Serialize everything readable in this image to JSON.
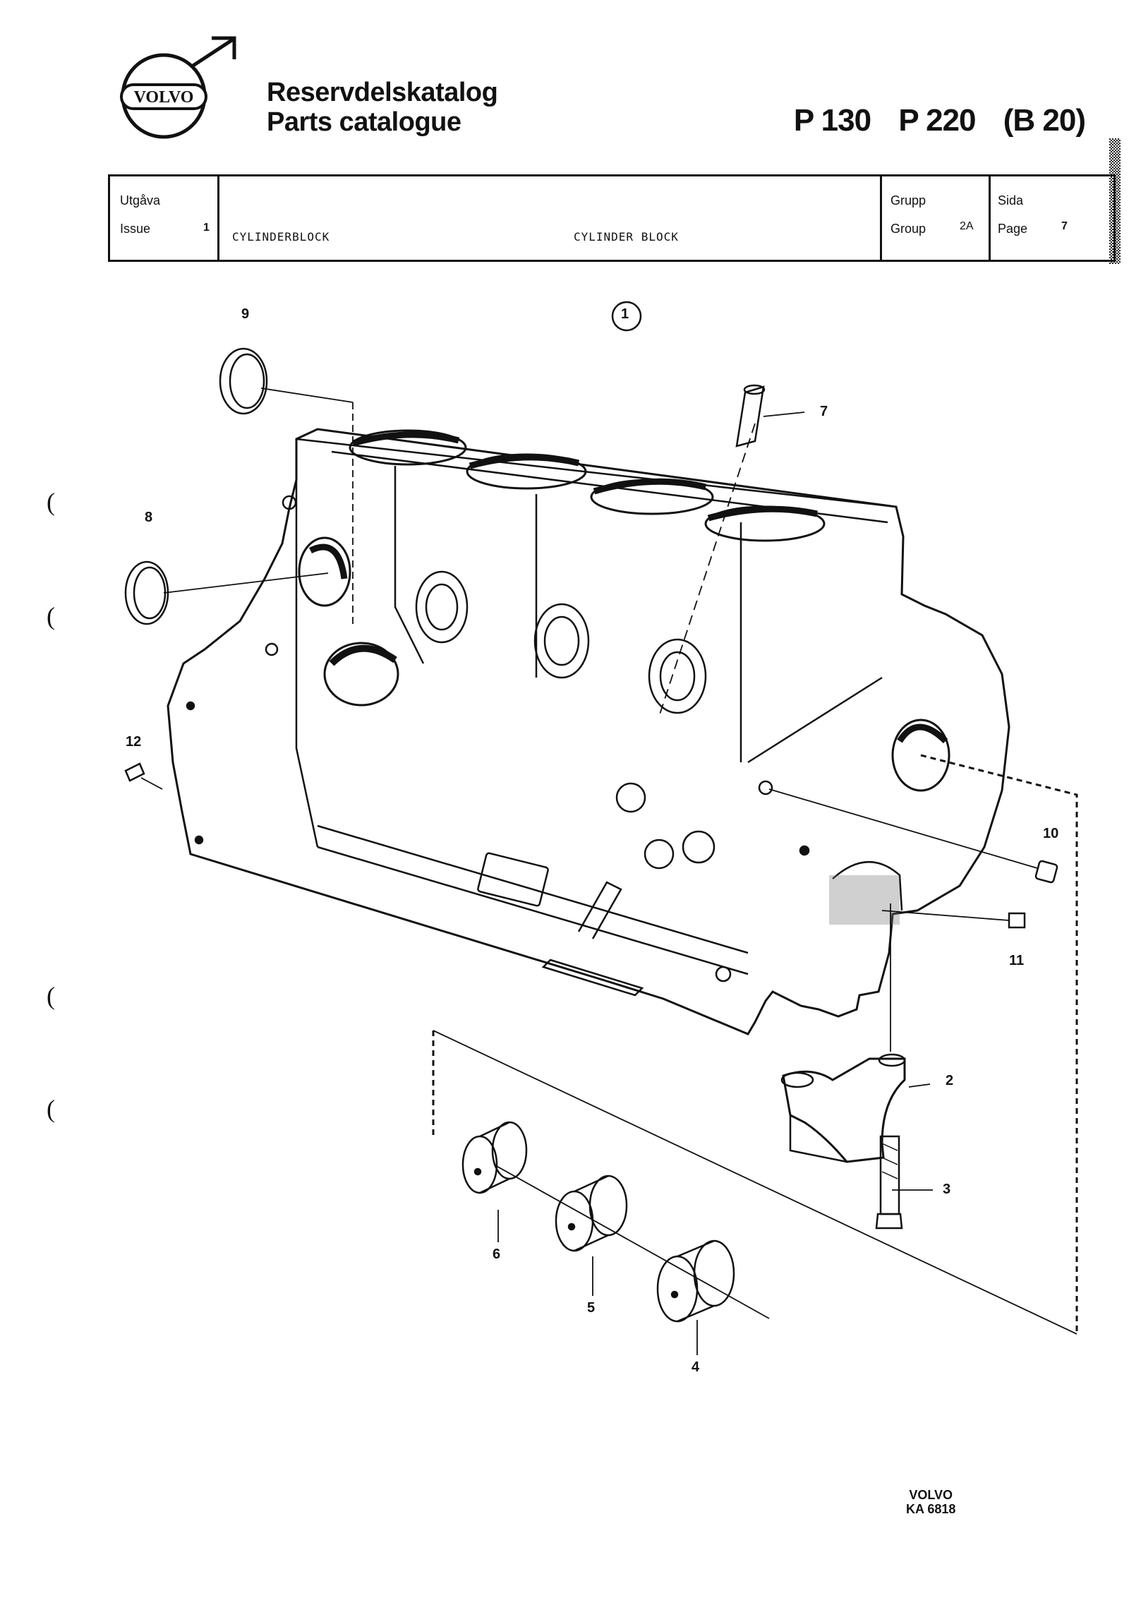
{
  "header": {
    "brand": "VOLVO",
    "title_sv": "Reservdelskatalog",
    "title_en": "Parts catalogue",
    "models": [
      "P 130",
      "P 220",
      "(B 20)"
    ]
  },
  "info_table": {
    "issue_label_sv": "Utgåva",
    "issue_label_en": "Issue",
    "issue_value": "1",
    "description_sv": "CYLINDERBLOCK",
    "description_en": "CYLINDER BLOCK",
    "group_label_sv": "Grupp",
    "group_label_en": "Group",
    "group_value": "2A",
    "page_label_sv": "Sida",
    "page_label_en": "Page",
    "page_value": "7"
  },
  "diagram": {
    "main_item": "1",
    "callouts": [
      "9",
      "7",
      "8",
      "12",
      "10",
      "11",
      "2",
      "3",
      "6",
      "5",
      "4"
    ]
  },
  "footer": {
    "brand": "VOLVO",
    "ref": "KA 6818"
  }
}
